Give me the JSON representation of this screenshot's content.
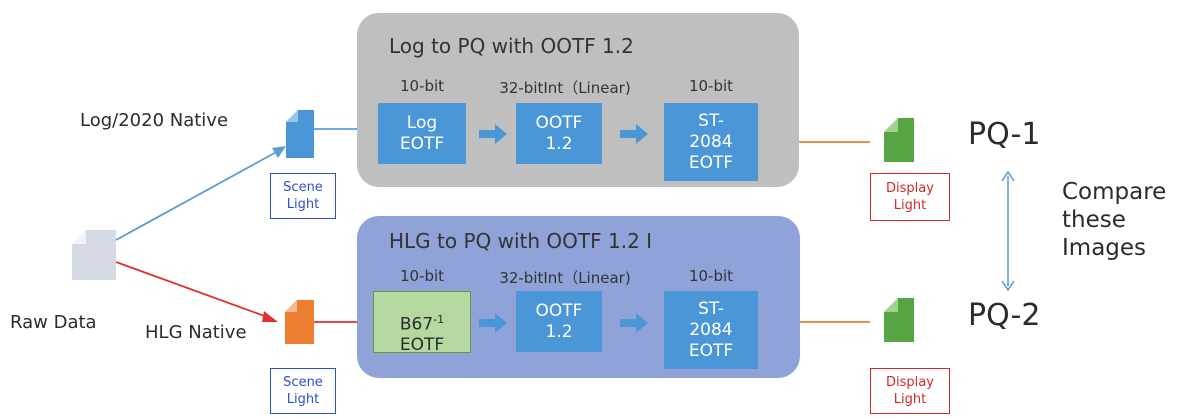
{
  "top_panel": {
    "title": "Log to PQ with OOTF 1.2",
    "bit_labels": [
      "10-bit",
      "32-bitInt（Linear)",
      "10-bit"
    ],
    "boxes": [
      "Log\nEOTF",
      "OOTF\n1.2",
      "ST-\n2084\nEOTF"
    ]
  },
  "bottom_panel": {
    "title": "HLG to PQ with OOTF 1.2 I",
    "bit_labels": [
      "10-bit",
      "32-bitInt（Linear)",
      "10-bit"
    ],
    "box_first_main": "B67",
    "box_first_sup": "-1",
    "box_first_sub": "EOTF",
    "boxes": [
      "OOTF\n1.2",
      "ST-\n2084\nEOTF"
    ]
  },
  "labels": {
    "log_native": "Log/2020 Native",
    "hlg_native": "HLG Native",
    "raw_data": "Raw Data",
    "pq1": "PQ-1",
    "pq2": "PQ-2",
    "compare": "Compare\nthese\nImages"
  },
  "tags": {
    "scene_light": "Scene\nLight",
    "display_light": "Display\nLight"
  },
  "icons": {
    "doc_log": "document-icon-blue",
    "doc_hlg": "document-icon-orange",
    "doc_raw": "document-icon-gray",
    "doc_pq": "document-icon-green",
    "process_arrow": "right-arrow-icon",
    "compare_arrow": "double-headed-arrow-icon"
  },
  "colors": {
    "process_box": "#4b96d6",
    "top_panel": "#bfbfbf",
    "bottom_panel": "#8fa3d9",
    "scene_tag": "#2d4ecf",
    "display_tag": "#d02a2a",
    "log_line": "#5b9bd5",
    "hlg_line": "#e03030",
    "output_line": "#ed7d31"
  }
}
